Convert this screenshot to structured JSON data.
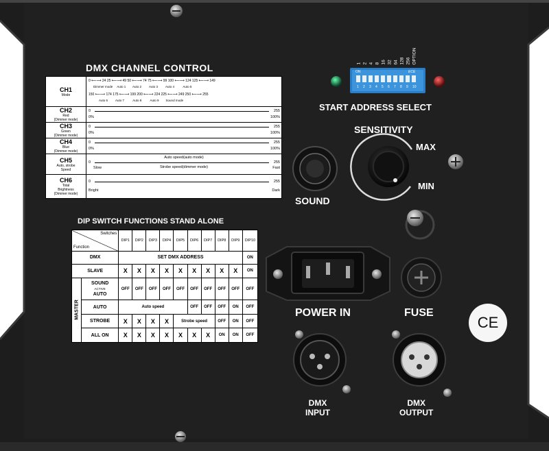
{
  "panel": {
    "dmx_channel_title": "DMX CHANNEL CONTROL",
    "dip_title": "DIP SWITCH FUNCTIONS STAND ALONE",
    "start_address_label": "START ADDRESS SELECT",
    "sensitivity_label": "SENSITIVITY",
    "max_label": "MAX",
    "min_label": "MIN",
    "sound_label": "SOUND",
    "power_in_label": "POWER IN",
    "fuse_label": "FUSE",
    "dmx_input_label": "DMX\nINPUT",
    "dmx_output_label": "DMX\nOUTPUT",
    "ce_mark": "CE",
    "dip_switch": {
      "on_label": "ON",
      "brand": "ECE",
      "values": [
        "1",
        "2",
        "4",
        "8",
        "16",
        "32",
        "64",
        "128",
        "256",
        "OPTION"
      ],
      "numbers": [
        "1",
        "2",
        "3",
        "4",
        "5",
        "6",
        "7",
        "8",
        "9",
        "10"
      ]
    }
  },
  "dmx_table": [
    {
      "name": "CH1",
      "desc": "Mode",
      "line1": "0 ⟵⟶ 24  25 ⟵⟶ 49  50 ⟵⟶ 74  75 ⟵⟶ 99  100 ⟵⟶ 124  125 ⟵⟶ 149",
      "labels1": "Dimmer mode     Auto 1        Auto 2         Auto 3         Auto 4          Auto 5",
      "line2": "150 ⟵⟶ 174  175 ⟵⟶ 199  200 ⟵⟶ 224  225 ⟵⟶ 249  250 ⟵⟶ 255",
      "labels2": "Auto 6         Auto 7          Auto 8          Auto 9        Sound mode"
    },
    {
      "name": "CH2",
      "desc": "Red\n(Dimmer mode)",
      "left": "0",
      "right": "255",
      "left_sub": "0%",
      "right_sub": "100%"
    },
    {
      "name": "CH3",
      "desc": "Green\n(Dimmer mode)",
      "left": "0",
      "right": "255",
      "left_sub": "0%",
      "right_sub": "100%"
    },
    {
      "name": "CH4",
      "desc": "Blue\n(Dimmer mode)",
      "left": "0",
      "right": "255",
      "left_sub": "0%",
      "right_sub": "100%"
    },
    {
      "name": "CH5",
      "desc": "Auto, strobe\nSpeed",
      "left": "0",
      "right": "255",
      "left_sub": "Slow",
      "right_sub": "Fast",
      "top_center": "Auto speed(auto mode)",
      "bottom_center": "Strobe speed(dimmer mode)"
    },
    {
      "name": "CH6",
      "desc": "Total\nBrightness\n(Dimmer mode)",
      "left": "0",
      "right": "255",
      "left_sub": "Bright",
      "right_sub": "Dark"
    }
  ],
  "dip_table": {
    "corner_top": "Switches",
    "corner_bottom": "Function",
    "headers": [
      "DIP1",
      "DIP2",
      "DIP3",
      "DIP4",
      "DIP5",
      "DIP6",
      "DIP7",
      "DIP8",
      "DIP9",
      "DIP10"
    ],
    "master_label": "MASTER",
    "dmx_row": {
      "label": "DMX",
      "span": "SET DMX ADDRESS",
      "dip10": "ON"
    },
    "slave_row": {
      "label": "SLAVE",
      "cells": [
        "X",
        "X",
        "X",
        "X",
        "X",
        "X",
        "X",
        "X",
        "X",
        "ON"
      ]
    },
    "sound_row": {
      "label_top": "SOUND",
      "label_mid": "ACTIVE",
      "label_bot": "AUTO",
      "cells": [
        "OFF",
        "OFF",
        "OFF",
        "OFF",
        "OFF",
        "OFF",
        "OFF",
        "OFF",
        "OFF",
        "OFF"
      ]
    },
    "auto_row": {
      "label": "AUTO",
      "span": "Auto speed",
      "cells": [
        "OFF",
        "OFF",
        "OFF",
        "ON",
        "OFF"
      ]
    },
    "strobe_row": {
      "label": "STROBE",
      "cells": [
        "X",
        "X",
        "X",
        "X"
      ],
      "span": "Strobe speed",
      "cells_end": [
        "OFF",
        "ON",
        "OFF"
      ]
    },
    "allon_row": {
      "label": "ALL ON",
      "cells": [
        "X",
        "X",
        "X",
        "X",
        "X",
        "X",
        "X",
        "ON",
        "ON",
        "OFF"
      ]
    }
  }
}
